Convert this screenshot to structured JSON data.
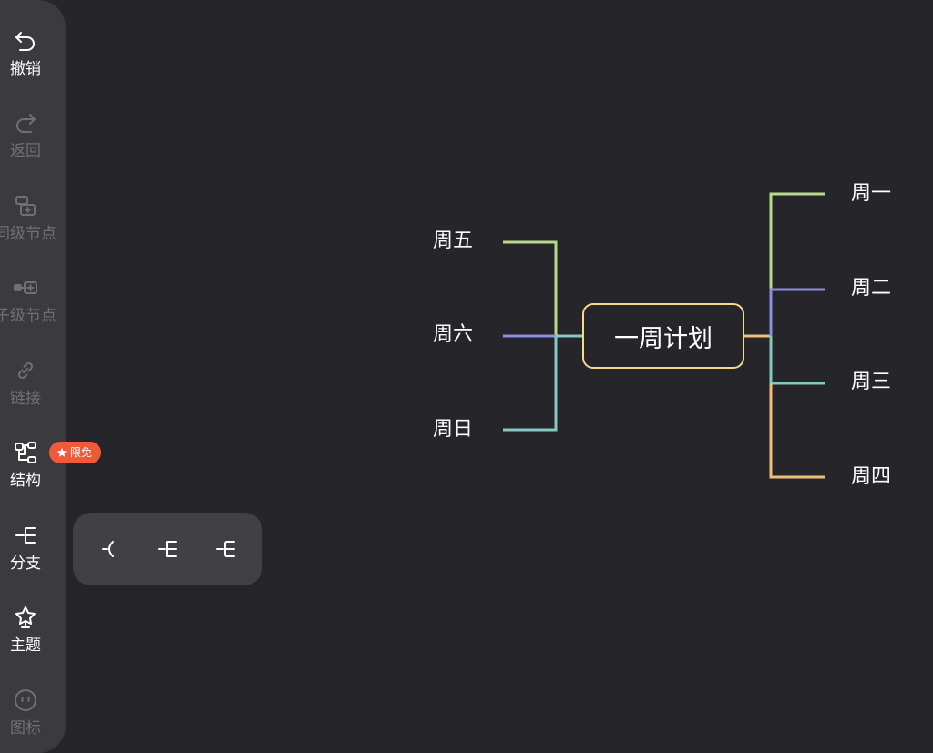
{
  "toolbar": {
    "items": [
      {
        "label": "撤销",
        "icon": "undo-icon",
        "enabled": true
      },
      {
        "label": "返回",
        "icon": "redo-icon",
        "enabled": false
      },
      {
        "label": "同级节点",
        "icon": "sibling-node-icon",
        "enabled": false
      },
      {
        "label": "子级节点",
        "icon": "child-node-icon",
        "enabled": false
      },
      {
        "label": "链接",
        "icon": "link-icon",
        "enabled": false
      },
      {
        "label": "结构",
        "icon": "structure-icon",
        "enabled": true
      },
      {
        "label": "分支",
        "icon": "branch-icon",
        "enabled": true
      },
      {
        "label": "主题",
        "icon": "theme-icon",
        "enabled": true
      },
      {
        "label": "图标",
        "icon": "emoji-icon",
        "enabled": false
      }
    ],
    "badge": {
      "label": "限免",
      "icon": "star-icon",
      "color": "#ee5a3a"
    }
  },
  "branch_popup": {
    "options": [
      "curve-branch-icon",
      "elbow-branch-icon",
      "elbow-branch-icon"
    ]
  },
  "mindmap": {
    "root": {
      "label": "一周计划",
      "border_color": "#f2d98e"
    },
    "right": [
      {
        "label": "周一",
        "color": "#b6d98a"
      },
      {
        "label": "周二",
        "color": "#8c8fe0"
      },
      {
        "label": "周三",
        "color": "#86c9c2"
      },
      {
        "label": "周四",
        "color": "#efbe7e"
      }
    ],
    "left": [
      {
        "label": "周五",
        "color": "#b6d98a"
      },
      {
        "label": "周六",
        "color": "#8c8fe0"
      },
      {
        "label": "周日",
        "color": "#86c9c2"
      }
    ]
  },
  "colors": {
    "background": "#25252a",
    "toolbar": "#3b3b3f",
    "popup": "#414145",
    "disabled_text": "#6f6f74"
  }
}
